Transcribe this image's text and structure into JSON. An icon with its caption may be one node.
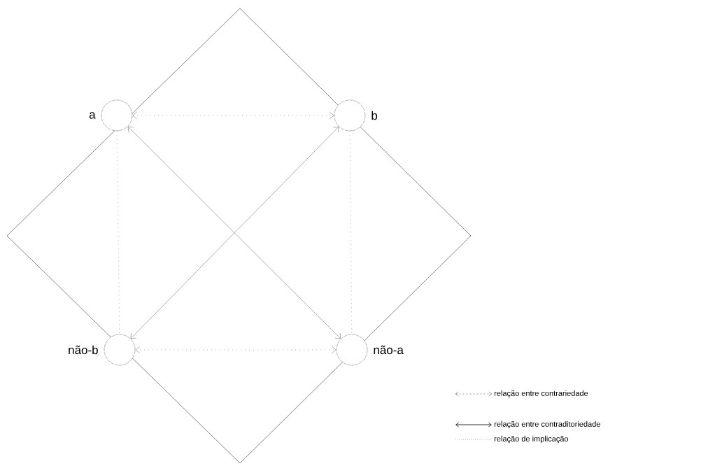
{
  "diagram": {
    "nodes": [
      {
        "text": [],
        "shape": "circle",
        "beside": [
          "a"
        ]
      },
      {
        "text": [],
        "shape": "circle",
        "beside": [
          "b"
        ]
      },
      {
        "text": [],
        "shape": "circle",
        "beside": [
          "não-b"
        ]
      },
      {
        "text": [],
        "shape": "circle",
        "beside": [
          "não-a"
        ]
      }
    ],
    "edges": [
      {
        "from": 0,
        "to": 1,
        "arrow": "both",
        "style": "dashed"
      },
      {
        "from": 0,
        "to": 2,
        "arrow": "none",
        "style": "dashed"
      },
      {
        "from": 0,
        "to": 3,
        "arrow": "both"
      },
      {
        "from": 1,
        "to": 2,
        "arrow": "both"
      },
      {
        "from": 1,
        "to": 3,
        "arrow": "none",
        "style": "dashed"
      },
      {
        "from": 2,
        "to": 3,
        "arrow": "both",
        "style": "dashed"
      }
    ],
    "legend": [
      {
        "text": "relação entre contrariedade"
      },
      {
        "text": "relação entre contraditoriedade"
      },
      {
        "text": "relação de implicação"
      }
    ]
  }
}
